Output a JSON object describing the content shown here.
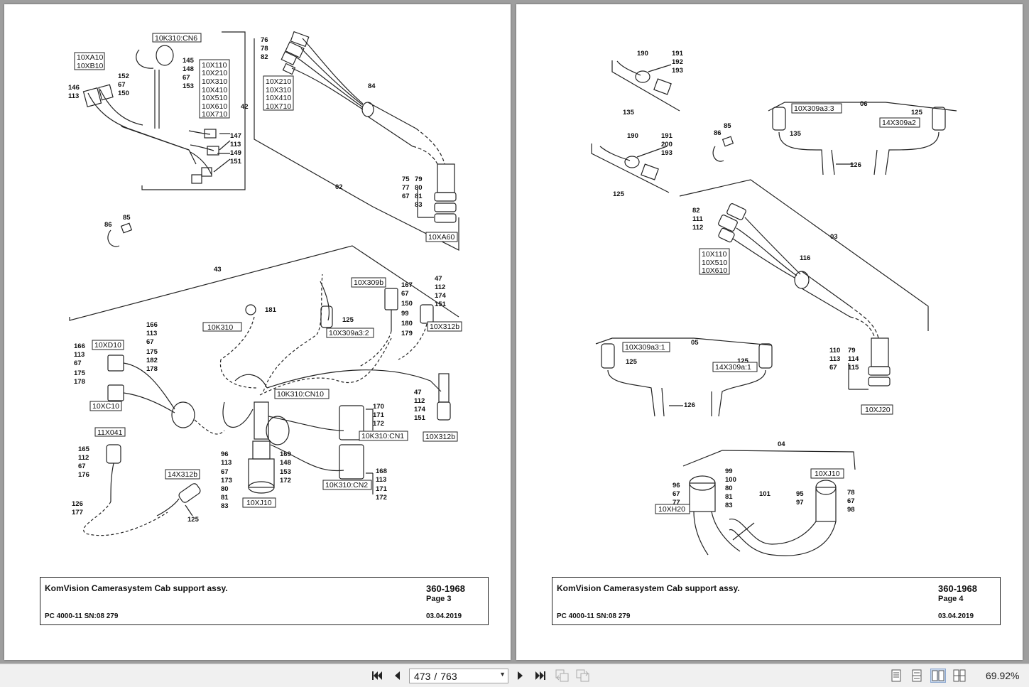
{
  "viewer": {
    "current_page": "473",
    "separator": "/",
    "total_pages": "763",
    "zoom": "69.92%"
  },
  "pages": [
    {
      "title": "KomVision Camerasystem Cab support assy.",
      "doc_number": "360-1968",
      "page_label": "Page 3",
      "model": "PC 4000-11 SN:08 279",
      "date": "03.04.2019",
      "connectors": [
        "10K310:CN6",
        "10XA10",
        "10XB10",
        "10X110",
        "10X210",
        "10X310",
        "10X410",
        "10X510",
        "10X610",
        "10X710",
        "10X210",
        "10X310",
        "10X410",
        "10X710",
        "10XA60",
        "10X309b",
        "10K310",
        "10X309a3:2",
        "10X312b",
        "10XD10",
        "10K310:CN10",
        "10XC10",
        "11X041",
        "10X312b",
        "10K310:CN1",
        "14X312b",
        "10K310:CN2",
        "10XJ10"
      ],
      "callouts": [
        "145",
        "148",
        "67",
        "153",
        "152",
        "67",
        "150",
        "146",
        "113",
        "42",
        "147",
        "113",
        "149",
        "151",
        "76",
        "78",
        "82",
        "84",
        "02",
        "75",
        "77",
        "67",
        "79",
        "80",
        "81",
        "83",
        "86",
        "85",
        "43",
        "181",
        "125",
        "167",
        "67",
        "150",
        "99",
        "180",
        "179",
        "47",
        "112",
        "174",
        "151",
        "166",
        "113",
        "67",
        "175",
        "182",
        "178",
        "166",
        "113",
        "67",
        "175",
        "178",
        "47",
        "112",
        "174",
        "151",
        "170",
        "171",
        "172",
        "169",
        "148",
        "153",
        "172",
        "96",
        "113",
        "67",
        "173",
        "80",
        "81",
        "83",
        "168",
        "113",
        "171",
        "172",
        "165",
        "112",
        "67",
        "176",
        "126",
        "177",
        "125"
      ]
    },
    {
      "title": "KomVision Camerasystem Cab support assy.",
      "doc_number": "360-1968",
      "page_label": "Page 4",
      "model": "PC 4000-11 SN:08 279",
      "date": "03.04.2019",
      "connectors": [
        "10X309a3:3",
        "14X309a2",
        "10X110",
        "10X510",
        "10X610",
        "10X309a3:1",
        "14X309a:1",
        "10XJ20",
        "10XJ10",
        "10XH20"
      ],
      "callouts": [
        "190",
        "191",
        "192",
        "193",
        "135",
        "190",
        "191",
        "200",
        "193",
        "125",
        "85",
        "86",
        "06",
        "125",
        "135",
        "126",
        "82",
        "111",
        "112",
        "03",
        "116",
        "110",
        "113",
        "67",
        "79",
        "114",
        "115",
        "05",
        "125",
        "125",
        "126",
        "04",
        "99",
        "100",
        "80",
        "81",
        "83",
        "96",
        "67",
        "77",
        "101",
        "95",
        "97",
        "78",
        "67",
        "98"
      ]
    }
  ]
}
